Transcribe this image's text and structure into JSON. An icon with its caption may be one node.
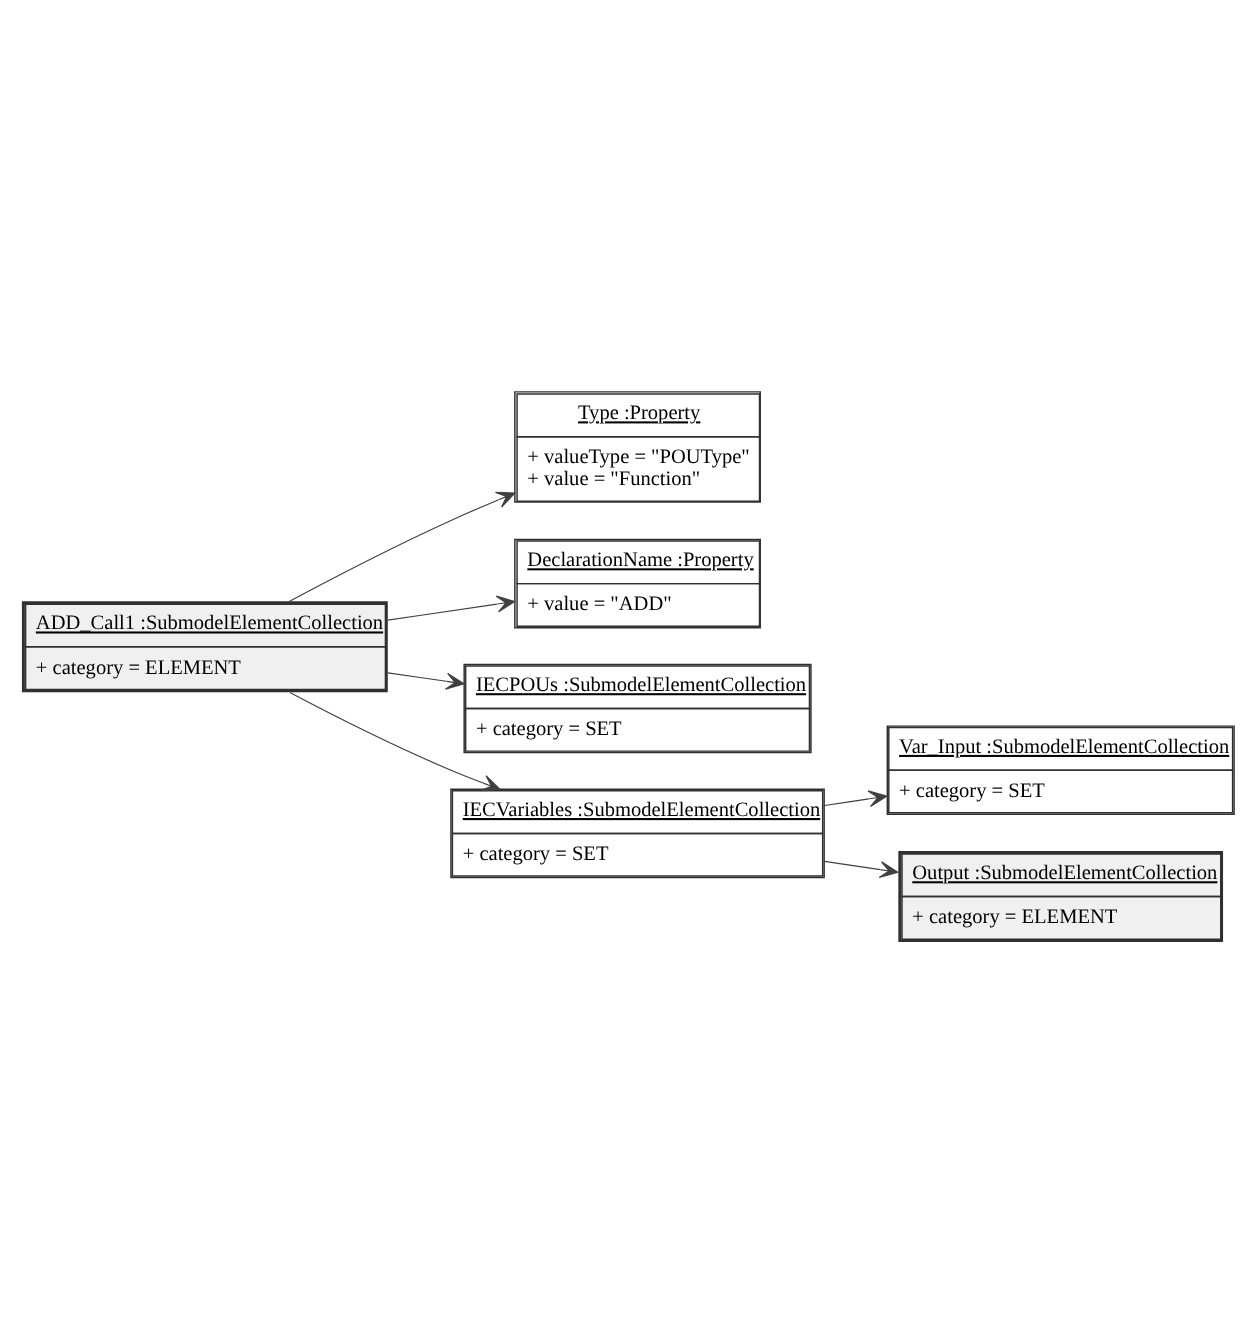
{
  "diagram": {
    "nodes": [
      {
        "text": [
          "ADD_Call1 :SubmodelElementCollection",
          "+ category = ELEMENT"
        ]
      },
      {
        "text": [
          "Type :Property",
          "+ valueType = \"POUType\"",
          "+ value = \"Function\""
        ]
      },
      {
        "text": [
          "DeclarationName :Property",
          "+ value = \"ADD\""
        ]
      },
      {
        "text": [
          "IECPOUs :SubmodelElementCollection",
          "+ category = SET"
        ]
      },
      {
        "text": [
          "IECVariables :SubmodelElementCollection",
          "+ category = SET"
        ]
      },
      {
        "text": [
          "Var_Input :SubmodelElementCollection",
          "+ category = SET"
        ]
      },
      {
        "text": [
          "Output :SubmodelElementCollection",
          "+ category = ELEMENT"
        ]
      }
    ],
    "edges": [
      {
        "from": 0,
        "to": 1,
        "arrow": "to"
      },
      {
        "from": 0,
        "to": 2,
        "arrow": "to"
      },
      {
        "from": 0,
        "to": 3,
        "arrow": "to"
      },
      {
        "from": 0,
        "to": 4,
        "arrow": "to"
      },
      {
        "from": 4,
        "to": 5,
        "arrow": "to"
      },
      {
        "from": 4,
        "to": 6,
        "arrow": "to"
      }
    ]
  }
}
